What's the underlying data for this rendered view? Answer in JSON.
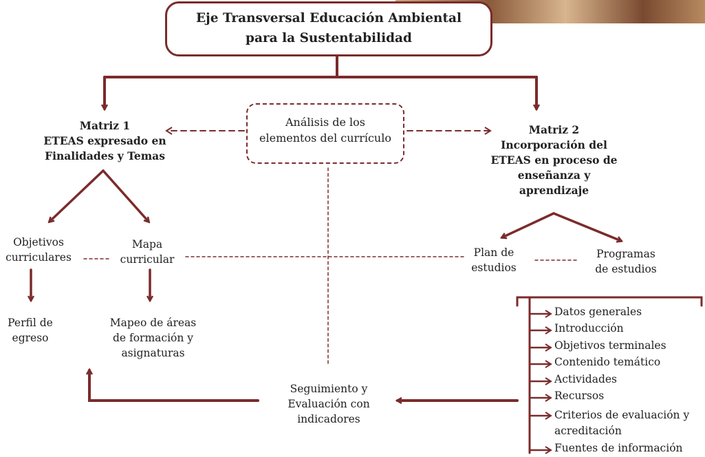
{
  "title": {
    "line1": "Eje Transversal Educación Ambiental",
    "line2": "para la Sustentabilidad"
  },
  "analysis": "Análisis de los\nelementos del currículo",
  "matriz1": "Matriz  1\nETEAS expresado en\nFinalidades y Temas",
  "matriz2": "Matriz  2\nIncorporación del\nETEAS en proceso de\nenseñanza y\naprendizaje",
  "objetivos": "Objetivos\ncurriculares",
  "mapa": "Mapa\ncurricular",
  "perfil": "Perfil de\negreso",
  "mapeo": "Mapeo de áreas\nde formación y\nasignaturas",
  "plan": "Plan de\nestudios",
  "programas": "Programas\nde estudios",
  "seguimiento": "Seguimiento y\nEvaluación con\nindicadores",
  "program_items": [
    "Datos generales",
    "Introducción",
    "Objetivos terminales",
    "Contenido temático",
    "Actividades",
    "Recursos",
    "Criterios  de  evaluación  y\nacreditación",
    "Fuentes de información"
  ],
  "colors": {
    "line": "#7b2b2b",
    "text": "#222222"
  }
}
